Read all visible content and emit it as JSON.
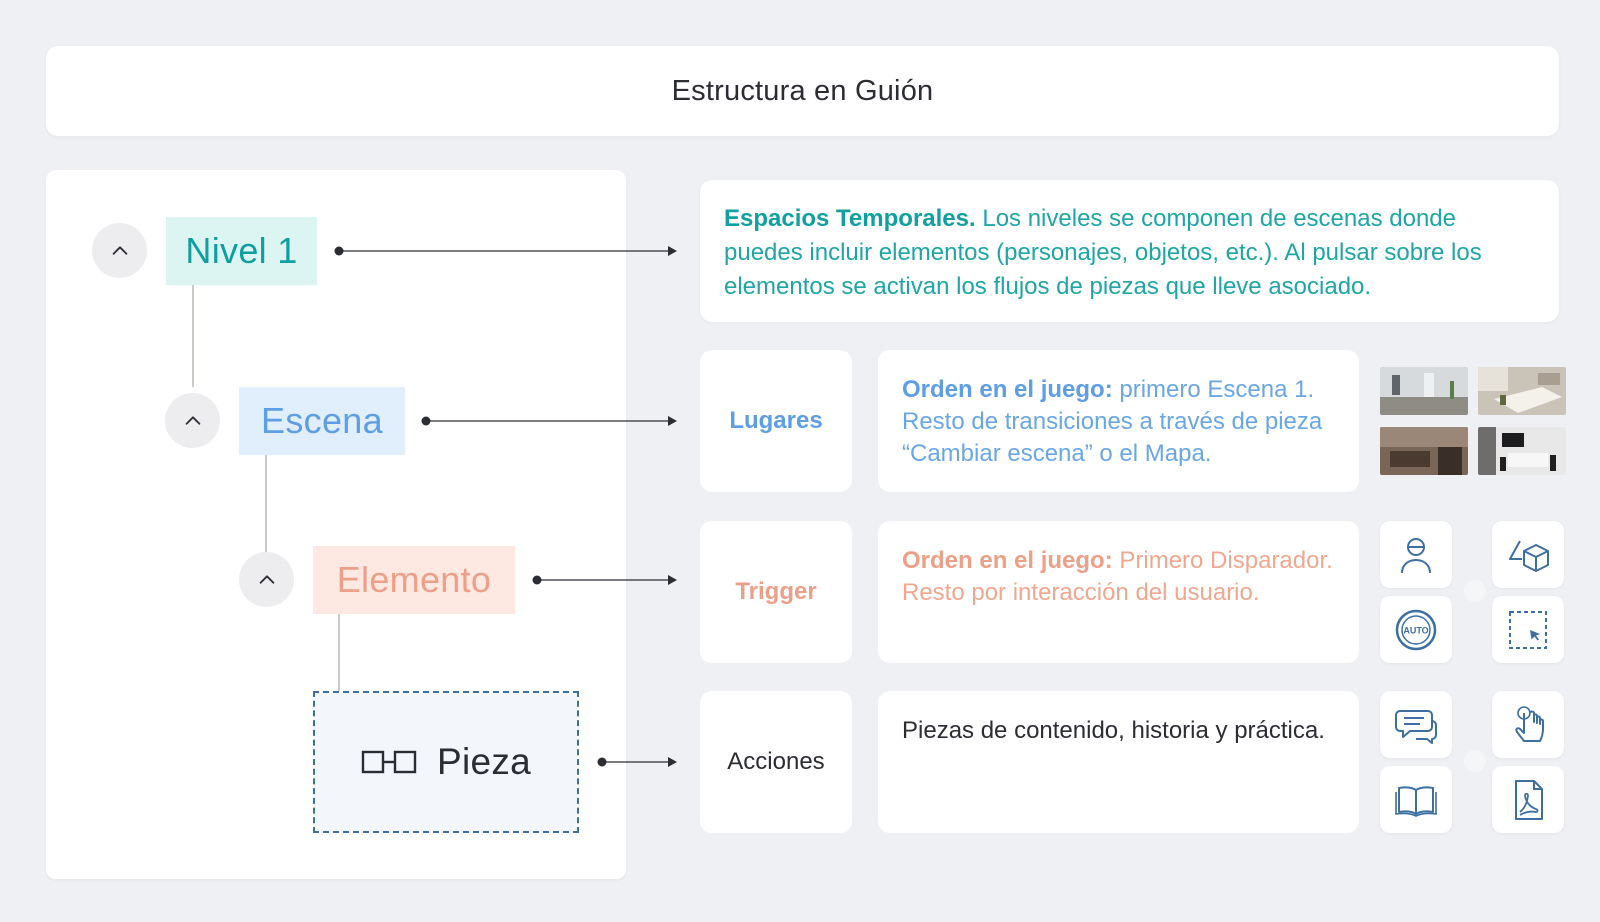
{
  "title": "Estructura en Guión",
  "colors": {
    "teal": "#0e9fa1",
    "blue": "#5d9ee4",
    "salmon": "#ee9f88",
    "dark": "#2b2d33",
    "pieza_border": "#3d6fa3"
  },
  "tree": {
    "nivel": "Nivel 1",
    "escena": "Escena",
    "elemento": "Elemento",
    "pieza": "Pieza"
  },
  "description": {
    "bold": "Espacios Temporales.",
    "text": " Los niveles se componen de escenas donde puedes incluir elementos (personajes, objetos, etc.). Al pulsar sobre los elementos se activan los flujos de piezas que lleve asociado."
  },
  "rows": [
    {
      "label": "Lugares",
      "bold": "Orden en el juego:",
      "text": " primero Escena 1. Resto de transiciones a través de pieza “Cambiar escena” o el Mapa."
    },
    {
      "label": "Trigger",
      "bold": "Orden en el juego:",
      "text": " Primero Disparador. Resto por interacción del usuario."
    },
    {
      "label": "Acciones",
      "bold": "",
      "text": "Piezas de contenido, historia y práctica."
    }
  ],
  "icons": {
    "trigger": [
      "user-icon",
      "cube-icon",
      "auto-icon",
      "cursor-select-icon"
    ],
    "acciones": [
      "chat-icon",
      "touch-icon",
      "book-icon",
      "pdf-icon"
    ],
    "auto_label": "AUTO"
  }
}
